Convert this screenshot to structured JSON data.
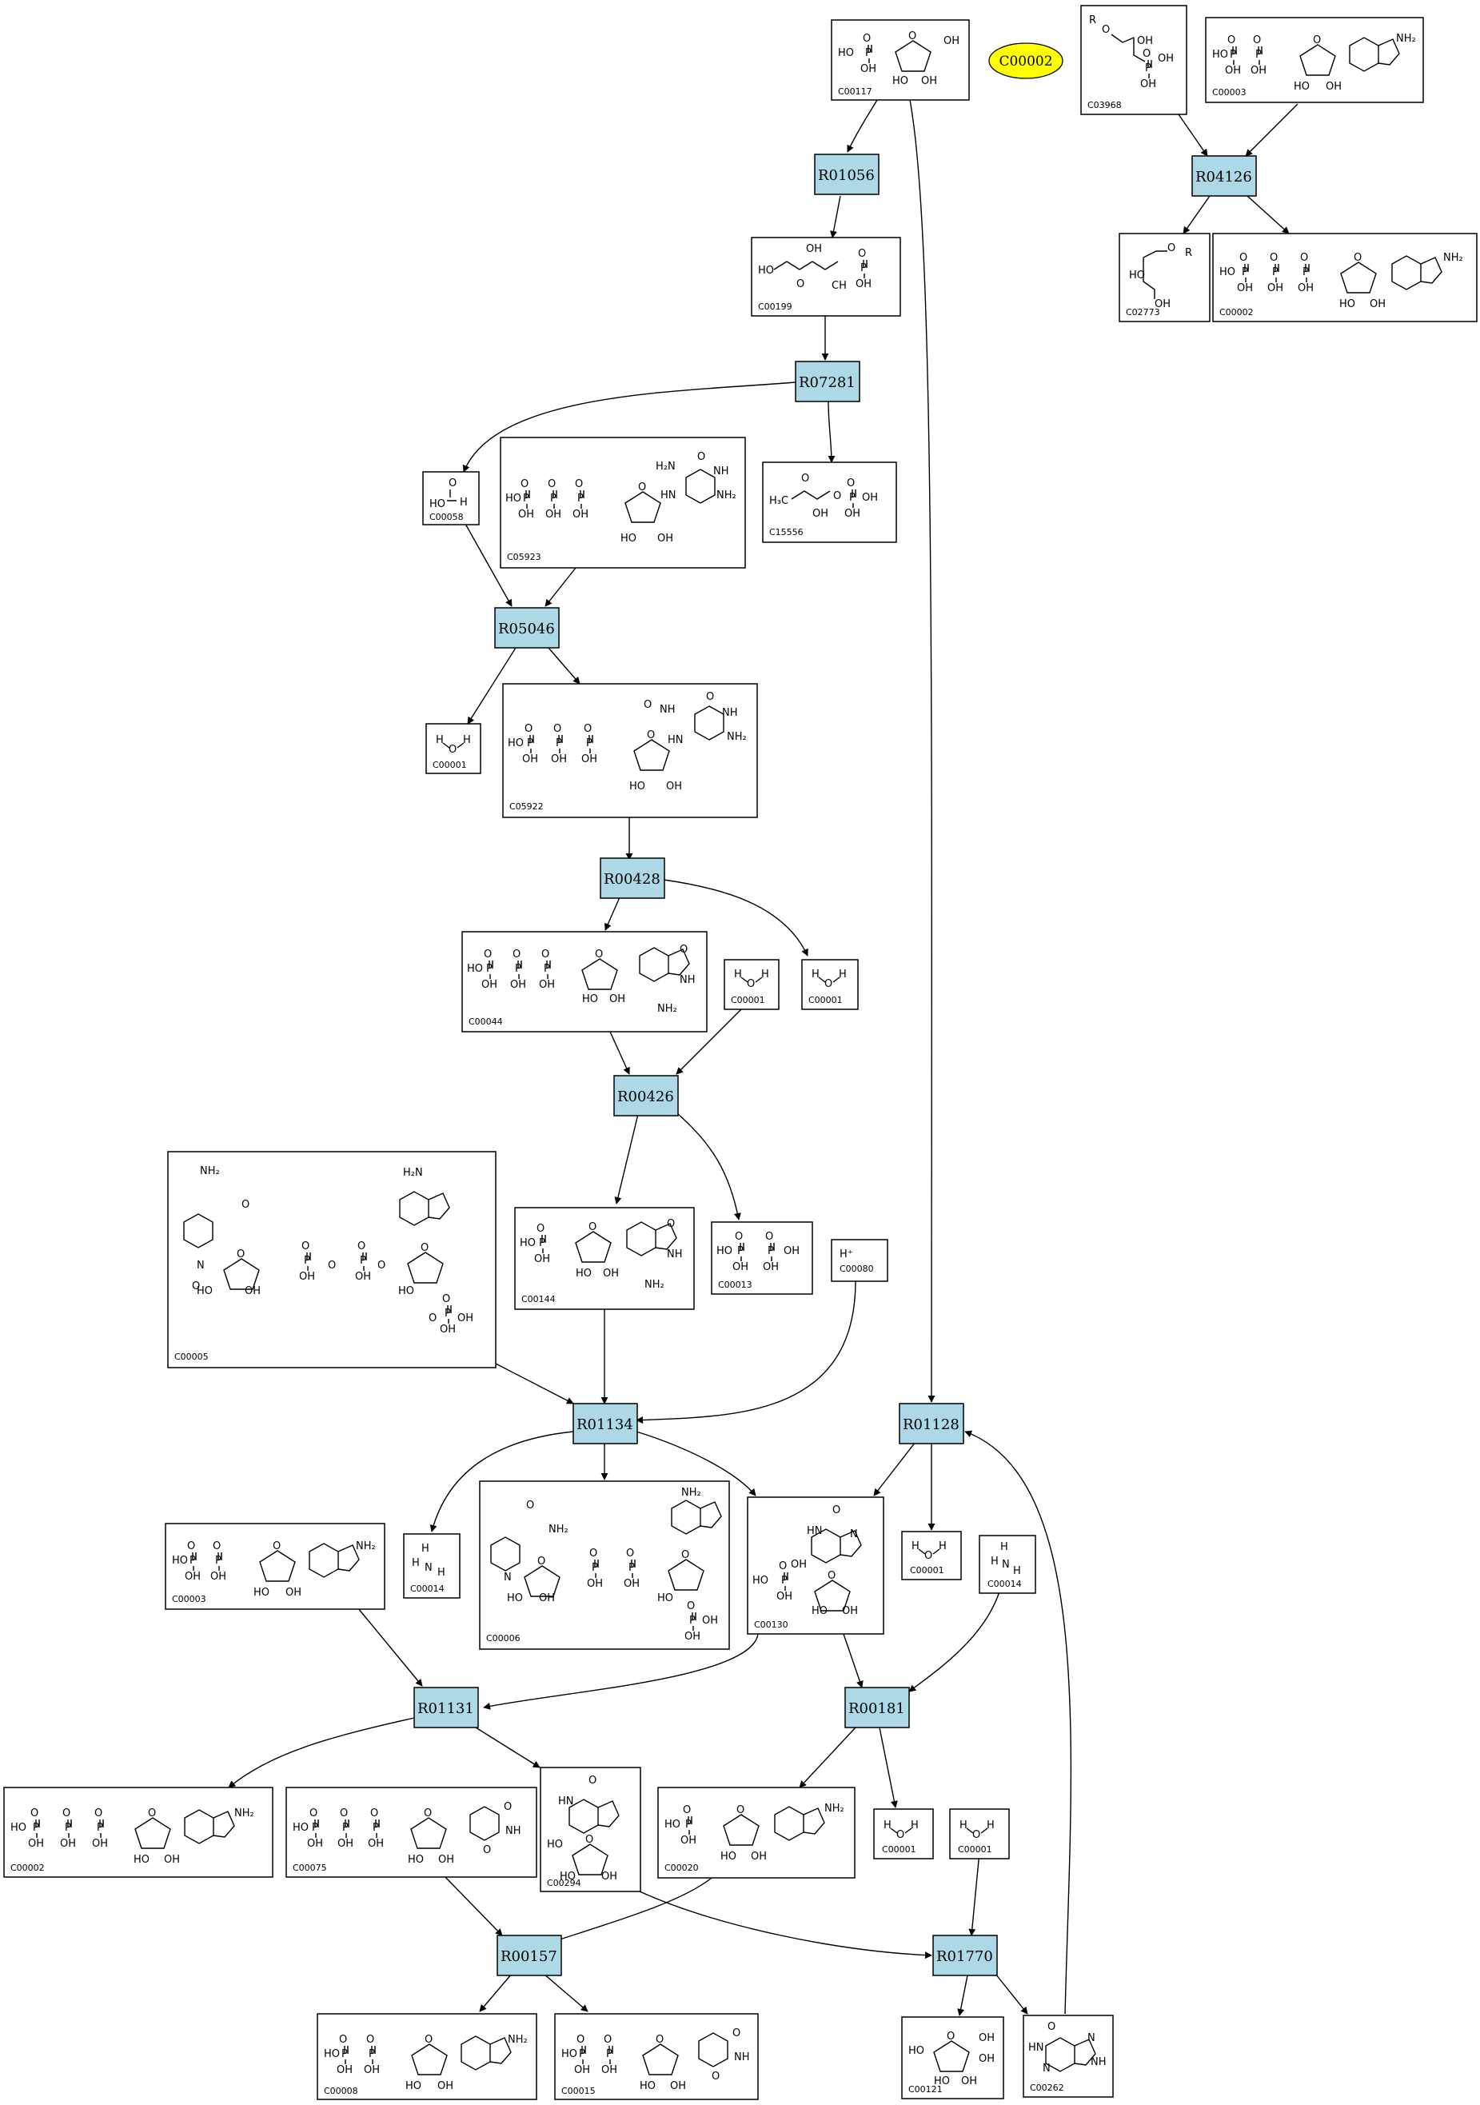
{
  "highlight": {
    "id": "C00002"
  },
  "reactions": [
    {
      "id": "R01056"
    },
    {
      "id": "R04126"
    },
    {
      "id": "R07281"
    },
    {
      "id": "R05046"
    },
    {
      "id": "R00428"
    },
    {
      "id": "R00426"
    },
    {
      "id": "R01134"
    },
    {
      "id": "R01128"
    },
    {
      "id": "R01131"
    },
    {
      "id": "R00181"
    },
    {
      "id": "R00157"
    },
    {
      "id": "R01770"
    }
  ],
  "compounds": [
    {
      "key": "c00117",
      "id": "C00117",
      "structure": "ribose-5-phosphate"
    },
    {
      "key": "c03968",
      "id": "C03968",
      "structure": "acylglycerol-phosphate"
    },
    {
      "key": "c00003_top",
      "id": "C00003",
      "structure": "nucleotide-diphosphate-adenosine"
    },
    {
      "key": "c00199",
      "id": "C00199",
      "structure": "ribulose-5-phosphate"
    },
    {
      "key": "c02773",
      "id": "C02773",
      "structure": "diacylglycerol"
    },
    {
      "key": "c00002_top",
      "id": "C00002",
      "structure": "adenosine-triphosphate"
    },
    {
      "key": "c00058",
      "id": "C00058",
      "structure": "formic-acid"
    },
    {
      "key": "c05923",
      "id": "C05923",
      "structure": "pyrimidine-nucleotide-triphosphate"
    },
    {
      "key": "c15556",
      "id": "C15556",
      "structure": "hydroxy-oxobutyl-phosphate"
    },
    {
      "key": "c00001_a",
      "id": "C00001",
      "structure": "water"
    },
    {
      "key": "c05922",
      "id": "C05922",
      "structure": "formamido-pyrimidine-triphosphate"
    },
    {
      "key": "c00044",
      "id": "C00044",
      "structure": "guanosine-triphosphate"
    },
    {
      "key": "c00001_b",
      "id": "C00001",
      "structure": "water"
    },
    {
      "key": "c00001_c",
      "id": "C00001",
      "structure": "water"
    },
    {
      "key": "c00005",
      "id": "C00005",
      "structure": "nadph"
    },
    {
      "key": "c00144",
      "id": "C00144",
      "structure": "guanosine-monophosphate"
    },
    {
      "key": "c00013",
      "id": "C00013",
      "structure": "diphosphate"
    },
    {
      "key": "c00080",
      "id": "C00080",
      "structure": "proton"
    },
    {
      "key": "c00003_mid",
      "id": "C00003",
      "structure": "nad"
    },
    {
      "key": "c00014_a",
      "id": "C00014",
      "structure": "ammonia"
    },
    {
      "key": "c00006",
      "id": "C00006",
      "structure": "nadp"
    },
    {
      "key": "c00130",
      "id": "C00130",
      "structure": "inosine-monophosphate"
    },
    {
      "key": "c00001_d",
      "id": "C00001",
      "structure": "water"
    },
    {
      "key": "c00014_b",
      "id": "C00014",
      "structure": "ammonia"
    },
    {
      "key": "c00002_bot",
      "id": "C00002",
      "structure": "adenosine-triphosphate"
    },
    {
      "key": "c00075",
      "id": "C00075",
      "structure": "uridine-triphosphate"
    },
    {
      "key": "c00294",
      "id": "C00294",
      "structure": "inosine"
    },
    {
      "key": "c00020",
      "id": "C00020",
      "structure": "adenosine-monophosphate"
    },
    {
      "key": "c00001_e",
      "id": "C00001",
      "structure": "water"
    },
    {
      "key": "c00001_f",
      "id": "C00001",
      "structure": "water"
    },
    {
      "key": "c00008",
      "id": "C00008",
      "structure": "adenosine-diphosphate"
    },
    {
      "key": "c00015",
      "id": "C00015",
      "structure": "uridine-diphosphate"
    },
    {
      "key": "c00121",
      "id": "C00121",
      "structure": "ribose"
    },
    {
      "key": "c00262",
      "id": "C00262",
      "structure": "hypoxanthine"
    }
  ],
  "structure_text": {
    "oh": "OH",
    "ho": "HO",
    "p": "P",
    "o": "O",
    "h": "H",
    "n": "N",
    "nh": "NH",
    "nh2": "NH₂",
    "h2n": "H₂N",
    "hplus": "H⁺",
    "r": "R",
    "h3c": "H₃C",
    "c": "C",
    "hn": "HN",
    "ch": "CH",
    "hooh": "HO"
  }
}
